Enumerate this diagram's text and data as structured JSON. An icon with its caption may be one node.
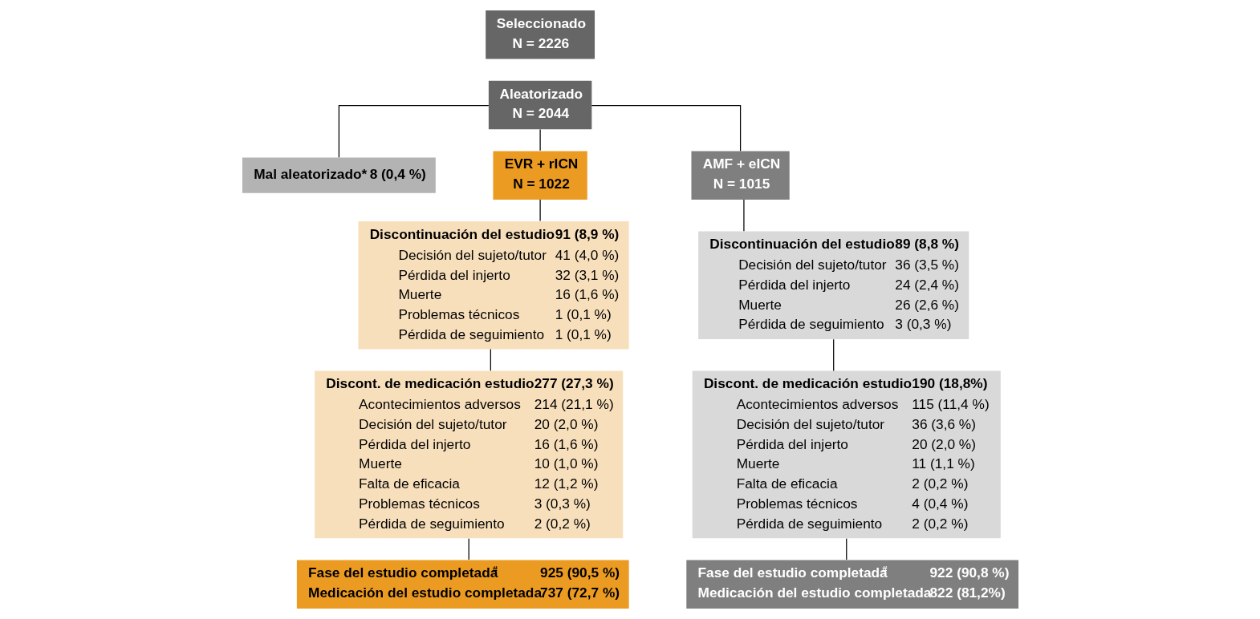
{
  "diagram": {
    "nodes": [
      {
        "text": [
          "Seleccionado",
          "N = 2226"
        ]
      },
      {
        "text": [
          "Aleatorizado",
          "N = 2044"
        ]
      },
      {
        "text": [
          "Mal aleatorizado*",
          "8 (0,4 %)"
        ]
      },
      {
        "text": [
          "EVR + rICN",
          "N = 1022"
        ]
      },
      {
        "text": [
          "Discontinuación del estudio",
          "91 (8,9 %)",
          "Decisión del sujeto/tutor",
          "41 (4,0 %)",
          "Pérdida del injerto",
          "32 (3,1 %)",
          "Muerte",
          "16 (1,6 %)",
          "Problemas técnicos",
          "1 (0,1 %)",
          "Pérdida de seguimiento",
          "1 (0,1 %)"
        ]
      },
      {
        "text": [
          "Discont. de medicación estudio",
          "277 (27,3 %)",
          "Acontecimientos adversos",
          "214 (21,1 %)",
          "Decisión del sujeto/tutor",
          "20 (2,0 %)",
          "Pérdida del injerto",
          "16 (1,6 %)",
          "Muerte",
          "10 (1,0 %)",
          "Falta de eficacia",
          "12 (1,2 %)",
          "Problemas técnicos",
          "3 (0,3 %)",
          "Pérdida de seguimiento",
          "2 (0,2 %)"
        ]
      },
      {
        "text": [
          "Fase del estudio completada$^{#}$",
          "925 (90,5 %)",
          "Medicación del estudio completada",
          "737 (72,7 %)"
        ]
      },
      {
        "text": [
          "AMF + eICN",
          "N = 1015"
        ]
      },
      {
        "text": [
          "Discontinuación del estudio",
          "89 (8,8 %)",
          "Decisión del sujeto/tutor",
          "36 (3,5 %)",
          "Pérdida del injerto",
          "24 (2,4 %)",
          "Muerte",
          "26 (2,6 %)",
          "Pérdida de seguimiento",
          "3 (0,3 %)"
        ]
      },
      {
        "text": [
          "Discont. de medicación estudio",
          "190 (18,8%)",
          "Acontecimientos adversos",
          "115 (11,4 %)",
          "Decisión del sujeto/tutor",
          "36 (3,6 %)",
          "Pérdida del injerto",
          "20 (2,0 %)",
          "Muerte",
          "11 (1,1 %)",
          "Falta de eficacia",
          "2 (0,2 %)",
          "Problemas técnicos",
          "4 (0,4 %)",
          "Pérdida de seguimiento",
          "2 (0,2 %)"
        ]
      },
      {
        "text": [
          "Fase del estudio completada$^{#}$",
          "922 (90,8 %)",
          "Medicación del estudio completada",
          "822 (81,2%)"
        ]
      }
    ],
    "edges": [
      {
        "from": 1,
        "to": 2,
        "arrow": "none"
      },
      {
        "from": 1,
        "to": 3,
        "arrow": "none"
      },
      {
        "from": 1,
        "to": 7,
        "arrow": "none"
      },
      {
        "from": 3,
        "to": 4,
        "arrow": "none"
      },
      {
        "from": 4,
        "to": 5,
        "arrow": "none"
      },
      {
        "from": 5,
        "to": 6,
        "arrow": "none"
      },
      {
        "from": 7,
        "to": 8,
        "arrow": "none"
      },
      {
        "from": 8,
        "to": 9,
        "arrow": "none"
      },
      {
        "from": 9,
        "to": 10,
        "arrow": "none"
      }
    ]
  }
}
